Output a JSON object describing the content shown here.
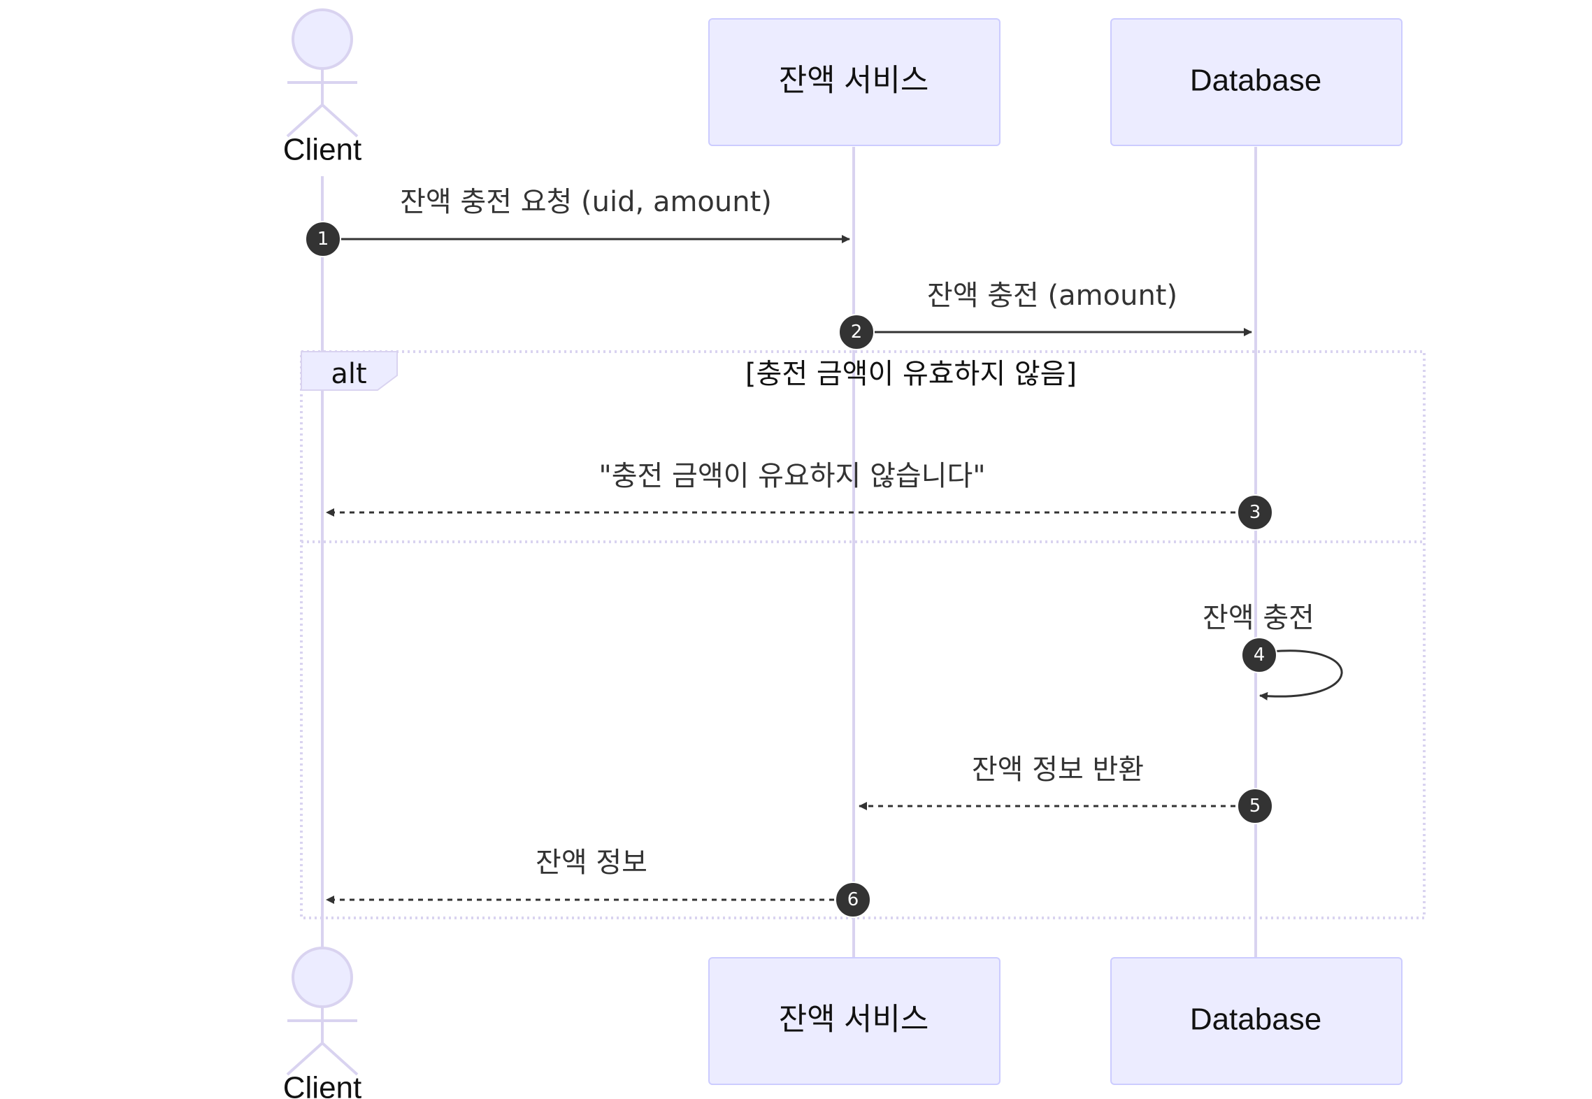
{
  "participants": [
    {
      "id": "client",
      "label": "Client",
      "kind": "actor"
    },
    {
      "id": "balance_service",
      "label": "잔액 서비스",
      "kind": "participant"
    },
    {
      "id": "database",
      "label": "Database",
      "kind": "participant"
    }
  ],
  "messages": [
    {
      "num": "1",
      "text": "잔액 충전 요청 (uid, amount)",
      "from": "client",
      "to": "balance_service",
      "style": "solid"
    },
    {
      "num": "2",
      "text": "잔액 충전 (amount)",
      "from": "balance_service",
      "to": "database",
      "style": "solid"
    },
    {
      "num": "3",
      "text": "\"충전 금액이 유요하지 않습니다\"",
      "from": "database",
      "to": "client",
      "style": "dashed"
    },
    {
      "num": "4",
      "text": "잔액 충전",
      "from": "database",
      "to": "database",
      "style": "solid"
    },
    {
      "num": "5",
      "text": "잔액 정보 반환",
      "from": "database",
      "to": "balance_service",
      "style": "dashed"
    },
    {
      "num": "6",
      "text": "잔액 정보",
      "from": "balance_service",
      "to": "client",
      "style": "dashed"
    }
  ],
  "alt_block": {
    "keyword": "alt",
    "condition": "[충전 금액이 유효하지 않음]"
  },
  "colors": {
    "actor_fill": "#ECECFF",
    "actor_stroke": "#CCCCFF",
    "lifeline": "#D9D3F0",
    "message": "#333333"
  }
}
